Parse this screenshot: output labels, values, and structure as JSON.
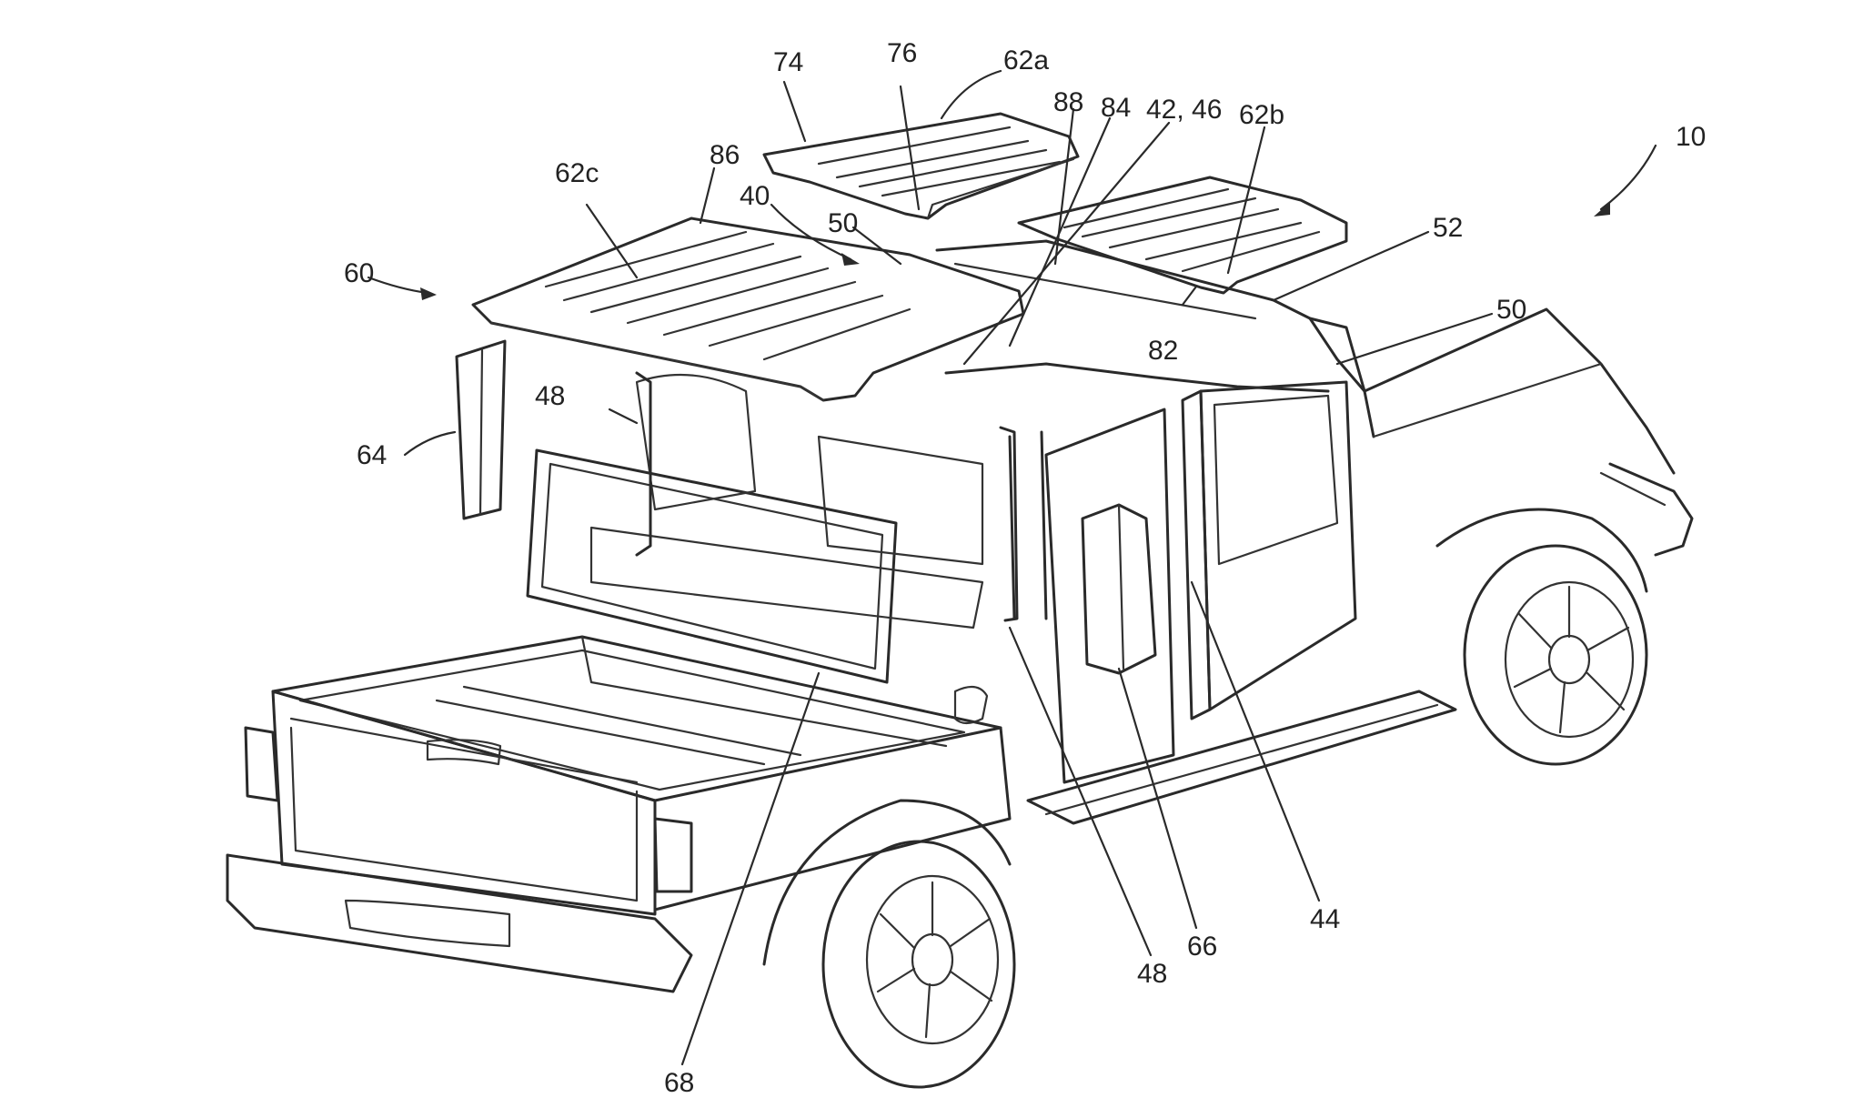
{
  "figure": {
    "labels": {
      "l10": "10",
      "l40": "40",
      "l42_46": "42, 46",
      "l44": "44",
      "l48_top": "48",
      "l48_bottom": "48",
      "l50_top": "50",
      "l50_right": "50",
      "l52": "52",
      "l60": "60",
      "l62a": "62a",
      "l62b": "62b",
      "l62c": "62c",
      "l64": "64",
      "l66": "66",
      "l68": "68",
      "l74": "74",
      "l76": "76",
      "l82": "82",
      "l84": "84",
      "l86": "86",
      "l88": "88"
    }
  }
}
